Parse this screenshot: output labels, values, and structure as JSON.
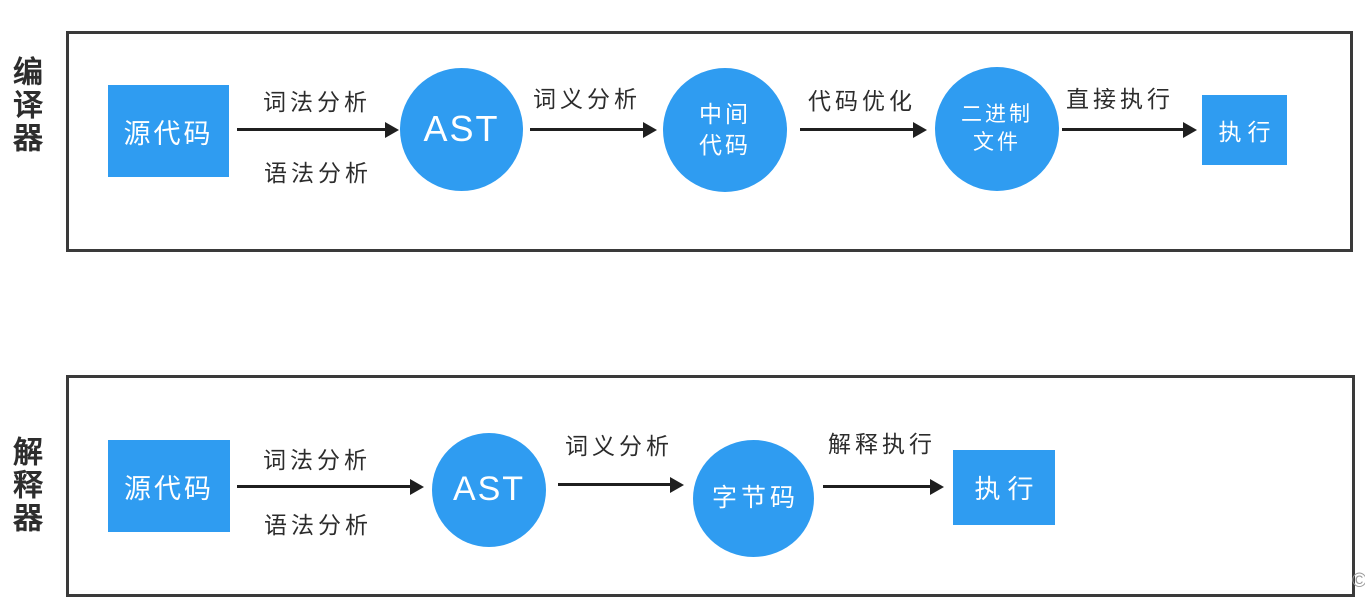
{
  "page": {
    "background": "#ffffff",
    "accent_blue": "#2f9cf1",
    "line_color": "#1f1f1f",
    "frame_border_color": "#3a3a3a",
    "watermark": "©"
  },
  "sections": [
    {
      "side_label": "编译器",
      "nodes": {
        "source": "源代码",
        "ast": "AST",
        "intermediate_line1": "中间",
        "intermediate_line2": "代码",
        "binary_line1": "二进制",
        "binary_line2": "文件",
        "execute": "执行"
      },
      "edges": {
        "e1_top": "词法分析",
        "e1_bottom": "语法分析",
        "e2": "词义分析",
        "e3": "代码优化",
        "e4": "直接执行"
      }
    },
    {
      "side_label": "解释器",
      "nodes": {
        "source": "源代码",
        "ast": "AST",
        "bytecode": "字节码",
        "execute": "执行"
      },
      "edges": {
        "e1_top": "词法分析",
        "e1_bottom": "语法分析",
        "e2": "词义分析",
        "e3": "解释执行"
      }
    }
  ]
}
